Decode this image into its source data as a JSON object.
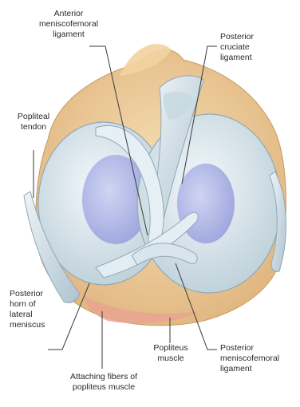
{
  "labels": {
    "anterior_meniscofemoral_ligament": "Anterior\nmeniscofemoral\nligament",
    "posterior_cruciate_ligament": "Posterior\ncruciate\nligament",
    "popliteal_tendon": "Popliteal\ntendon",
    "posterior_horn_of_lateral_meniscus": "Posterior\nhorn of\nlateral\nmeniscus",
    "popliteus_muscle": "Popliteus\nmuscle",
    "posterior_meniscofemoral_ligament": "Posterior\nmeniscofemoral\nligament",
    "attaching_fibers_of_popliteus_muscle": "Attaching fibers of\npopliteus muscle"
  },
  "colors": {
    "bone": "#efd3a2",
    "meniscus": "#dde9ef",
    "cartilage": "#b7bde8",
    "muscle": "#e9a592",
    "leader": "#3a3a3a"
  }
}
